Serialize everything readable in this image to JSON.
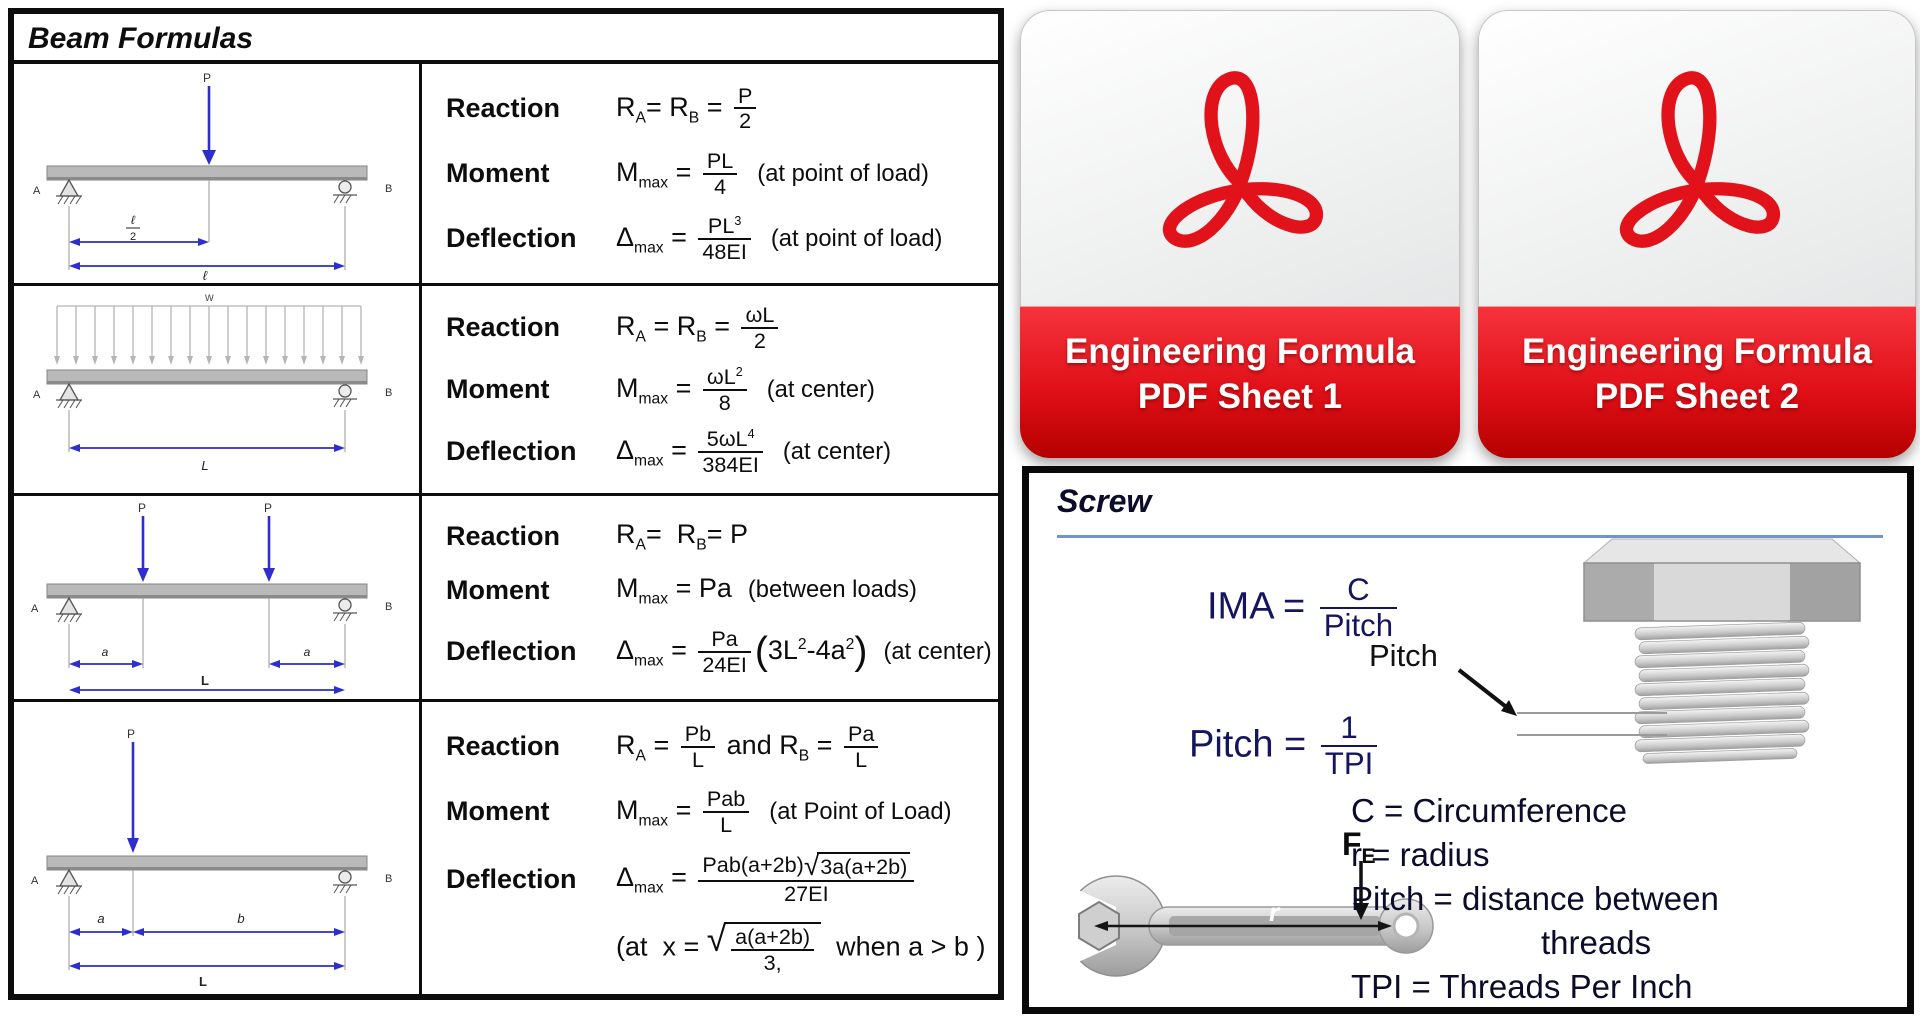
{
  "colors": {
    "ink": "#0d0d0d",
    "pdf-red": "#e2121b",
    "band-red": "#f5333c",
    "band-red-dark": "#b50000",
    "diagram-blue": "#2d2dd0",
    "underline-blue": "#7096c8",
    "screw-navy": "#14145f"
  },
  "beam_table": {
    "title": "Beam Formulas",
    "rows": [
      {
        "diagram": {
          "load": "P",
          "left": "A",
          "right": "B",
          "half_num": "ℓ",
          "half_den": "2",
          "full": "ℓ"
        },
        "lines": [
          {
            "label": "Reaction",
            "expr": [
              {
                "t": "txt",
                "v": "R"
              },
              {
                "t": "sub",
                "v": "A"
              },
              {
                "t": "txt",
                "v": "= R"
              },
              {
                "t": "sub",
                "v": "B"
              },
              {
                "t": "txt",
                "v": " = "
              },
              {
                "t": "frac",
                "top": [
                  {
                    "t": "txt",
                    "v": "P"
                  }
                ],
                "bot": [
                  {
                    "t": "txt",
                    "v": "2"
                  }
                ]
              }
            ]
          },
          {
            "label": "Moment",
            "expr": [
              {
                "t": "txt",
                "v": "M"
              },
              {
                "t": "sub",
                "v": "max"
              },
              {
                "t": "txt",
                "v": " = "
              },
              {
                "t": "frac",
                "top": [
                  {
                    "t": "txt",
                    "v": "PL"
                  }
                ],
                "bot": [
                  {
                    "t": "txt",
                    "v": "4"
                  }
                ]
              },
              {
                "t": "note",
                "v": "(at point of load)"
              }
            ]
          },
          {
            "label": "Deflection",
            "expr": [
              {
                "t": "txt",
                "v": "Δ"
              },
              {
                "t": "sub",
                "v": "max"
              },
              {
                "t": "txt",
                "v": " = "
              },
              {
                "t": "frac",
                "top": [
                  {
                    "t": "txt",
                    "v": "PL"
                  },
                  {
                    "t": "sup",
                    "v": "3"
                  }
                ],
                "bot": [
                  {
                    "t": "txt",
                    "v": "48EI"
                  }
                ]
              },
              {
                "t": "note",
                "v": "(at point of load)"
              }
            ]
          }
        ]
      },
      {
        "diagram": {
          "load": "w",
          "left": "A",
          "right": "B",
          "full": "L"
        },
        "lines": [
          {
            "label": "Reaction",
            "expr": [
              {
                "t": "txt",
                "v": "R"
              },
              {
                "t": "sub",
                "v": "A"
              },
              {
                "t": "txt",
                "v": " = R"
              },
              {
                "t": "sub",
                "v": "B"
              },
              {
                "t": "txt",
                "v": " = "
              },
              {
                "t": "frac",
                "top": [
                  {
                    "t": "txt",
                    "v": "ωL"
                  }
                ],
                "bot": [
                  {
                    "t": "txt",
                    "v": "2"
                  }
                ]
              }
            ]
          },
          {
            "label": "Moment",
            "expr": [
              {
                "t": "txt",
                "v": "M"
              },
              {
                "t": "sub",
                "v": "max"
              },
              {
                "t": "txt",
                "v": " = "
              },
              {
                "t": "frac",
                "top": [
                  {
                    "t": "txt",
                    "v": "ωL"
                  },
                  {
                    "t": "sup",
                    "v": "2"
                  }
                ],
                "bot": [
                  {
                    "t": "txt",
                    "v": "8"
                  }
                ]
              },
              {
                "t": "note",
                "v": "(at center)"
              }
            ]
          },
          {
            "label": "Deflection",
            "expr": [
              {
                "t": "txt",
                "v": "Δ"
              },
              {
                "t": "sub",
                "v": "max"
              },
              {
                "t": "txt",
                "v": " = "
              },
              {
                "t": "frac",
                "top": [
                  {
                    "t": "txt",
                    "v": "5ωL"
                  },
                  {
                    "t": "sup",
                    "v": "4"
                  }
                ],
                "bot": [
                  {
                    "t": "txt",
                    "v": "384EI"
                  }
                ]
              },
              {
                "t": "note",
                "v": "(at center)"
              }
            ]
          }
        ]
      },
      {
        "diagram": {
          "load1": "P",
          "load2": "P",
          "left": "A",
          "right": "B",
          "dim1": "a",
          "dim2": "a",
          "full": "L"
        },
        "lines": [
          {
            "label": "Reaction",
            "expr": [
              {
                "t": "txt",
                "v": "R"
              },
              {
                "t": "sub",
                "v": "A"
              },
              {
                "t": "txt",
                "v": "=  R"
              },
              {
                "t": "sub",
                "v": "B"
              },
              {
                "t": "txt",
                "v": "= P"
              }
            ]
          },
          {
            "label": "Moment",
            "expr": [
              {
                "t": "txt",
                "v": "M"
              },
              {
                "t": "sub",
                "v": "max"
              },
              {
                "t": "txt",
                "v": " = Pa"
              },
              {
                "t": "note",
                "v": "(between loads)"
              }
            ]
          },
          {
            "label": "Deflection",
            "expr": [
              {
                "t": "txt",
                "v": "Δ"
              },
              {
                "t": "sub",
                "v": "max"
              },
              {
                "t": "txt",
                "v": " = "
              },
              {
                "t": "frac",
                "top": [
                  {
                    "t": "txt",
                    "v": "Pa"
                  }
                ],
                "bot": [
                  {
                    "t": "txt",
                    "v": "24EI"
                  }
                ]
              },
              {
                "t": "big",
                "v": "("
              },
              {
                "t": "txt",
                "v": "3L"
              },
              {
                "t": "sup",
                "v": "2"
              },
              {
                "t": "txt",
                "v": "-4a"
              },
              {
                "t": "sup",
                "v": "2"
              },
              {
                "t": "big",
                "v": ")"
              },
              {
                "t": "note",
                "v": "(at center)"
              }
            ]
          }
        ]
      },
      {
        "diagram": {
          "load": "P",
          "left": "A",
          "right": "B",
          "dim1": "a",
          "dim2": "b",
          "full": "L"
        },
        "lines": [
          {
            "label": "Reaction",
            "expr": [
              {
                "t": "txt",
                "v": "R"
              },
              {
                "t": "sub",
                "v": "A"
              },
              {
                "t": "txt",
                "v": " = "
              },
              {
                "t": "frac",
                "top": [
                  {
                    "t": "txt",
                    "v": "Pb"
                  }
                ],
                "bot": [
                  {
                    "t": "txt",
                    "v": "L"
                  }
                ]
              },
              {
                "t": "txt",
                "v": " and R"
              },
              {
                "t": "sub",
                "v": "B"
              },
              {
                "t": "txt",
                "v": " = "
              },
              {
                "t": "frac",
                "top": [
                  {
                    "t": "txt",
                    "v": "Pa"
                  }
                ],
                "bot": [
                  {
                    "t": "txt",
                    "v": "L"
                  }
                ]
              }
            ]
          },
          {
            "label": "Moment",
            "expr": [
              {
                "t": "txt",
                "v": "M"
              },
              {
                "t": "sub",
                "v": "max"
              },
              {
                "t": "txt",
                "v": " = "
              },
              {
                "t": "frac",
                "top": [
                  {
                    "t": "txt",
                    "v": "Pab"
                  }
                ],
                "bot": [
                  {
                    "t": "txt",
                    "v": "L"
                  }
                ]
              },
              {
                "t": "note",
                "v": "(at Point of Load)"
              }
            ]
          },
          {
            "label": "Deflection",
            "expr": [
              {
                "t": "txt",
                "v": "Δ"
              },
              {
                "t": "sub",
                "v": "max"
              },
              {
                "t": "txt",
                "v": " = "
              },
              {
                "t": "frac",
                "top": [
                  {
                    "t": "txt",
                    "v": "Pab(a+2b)"
                  },
                  {
                    "t": "sqrt",
                    "v": [
                      {
                        "t": "txt",
                        "v": "3a(a+2b)"
                      }
                    ]
                  }
                ],
                "bot": [
                  {
                    "t": "txt",
                    "v": "27EI"
                  }
                ]
              }
            ]
          },
          {
            "label": "",
            "expr": [
              {
                "t": "txt",
                "v": "(at  x = "
              },
              {
                "t": "sqrt",
                "v": [
                  {
                    "t": "frac",
                    "top": [
                      {
                        "t": "txt",
                        "v": "a(a+2b)"
                      }
                    ],
                    "bot": [
                      {
                        "t": "txt",
                        "v": "3,"
                      }
                    ]
                  }
                ]
              },
              {
                "t": "txt",
                "v": "  when a > b )"
              }
            ]
          }
        ]
      }
    ]
  },
  "pdf_buttons": [
    {
      "line1": "Engineering Formula",
      "line2": "PDF Sheet 1"
    },
    {
      "line1": "Engineering Formula",
      "line2": "PDF Sheet 2"
    }
  ],
  "screw": {
    "heading": "Screw",
    "ima": [
      {
        "t": "txt",
        "v": "IMA = "
      },
      {
        "t": "frac",
        "top": [
          {
            "t": "txt",
            "v": "C"
          }
        ],
        "bot": [
          {
            "t": "txt",
            "v": "Pitch"
          }
        ]
      }
    ],
    "pitch": [
      {
        "t": "txt",
        "v": "Pitch = "
      },
      {
        "t": "frac",
        "top": [
          {
            "t": "txt",
            "v": "1"
          }
        ],
        "bot": [
          {
            "t": "txt",
            "v": "TPI"
          }
        ]
      }
    ],
    "bolt_label": "Pitch",
    "wrench": {
      "r_label": "r",
      "force_label": "F",
      "force_sub": "E"
    },
    "definitions": [
      "C = Circumference",
      "r = radius",
      "Pitch  = distance between",
      "threads",
      "TPI = Threads Per Inch"
    ]
  }
}
